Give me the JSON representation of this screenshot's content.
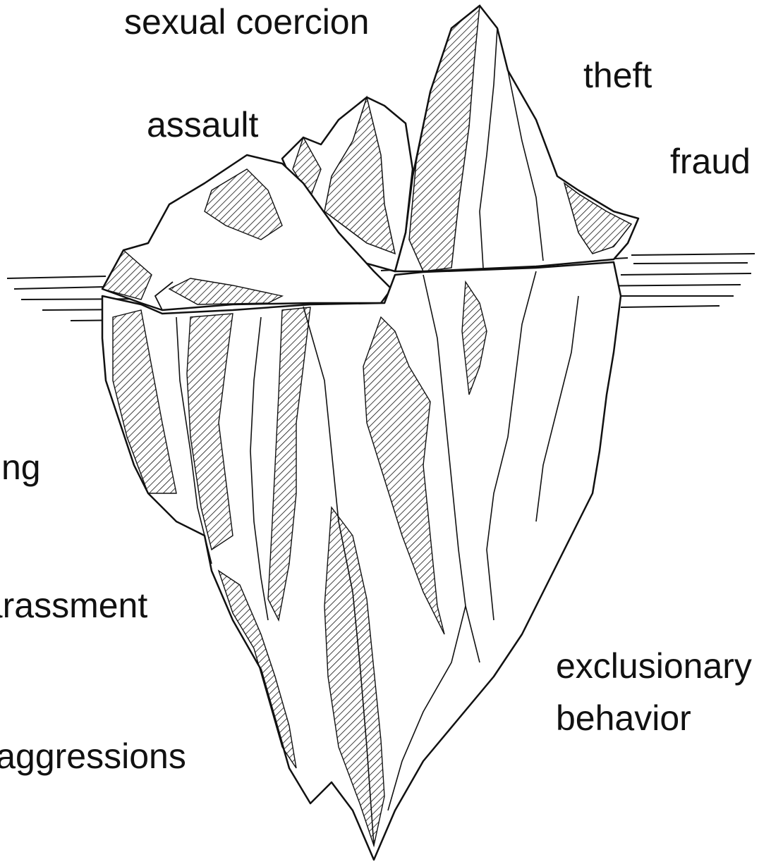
{
  "labels": {
    "above_water": {
      "sexual_coercion": "sexual coercion",
      "theft": "theft",
      "assault": "assault",
      "fraud": "fraud"
    },
    "below_water": {
      "bullying": "bullying",
      "harassment": "harassment",
      "exclusionary_line1": "exclusionary",
      "exclusionary_line2": "behavior",
      "microaggressions": "microaggressions"
    }
  },
  "colors": {
    "ink": "#111111",
    "background": "#ffffff"
  }
}
